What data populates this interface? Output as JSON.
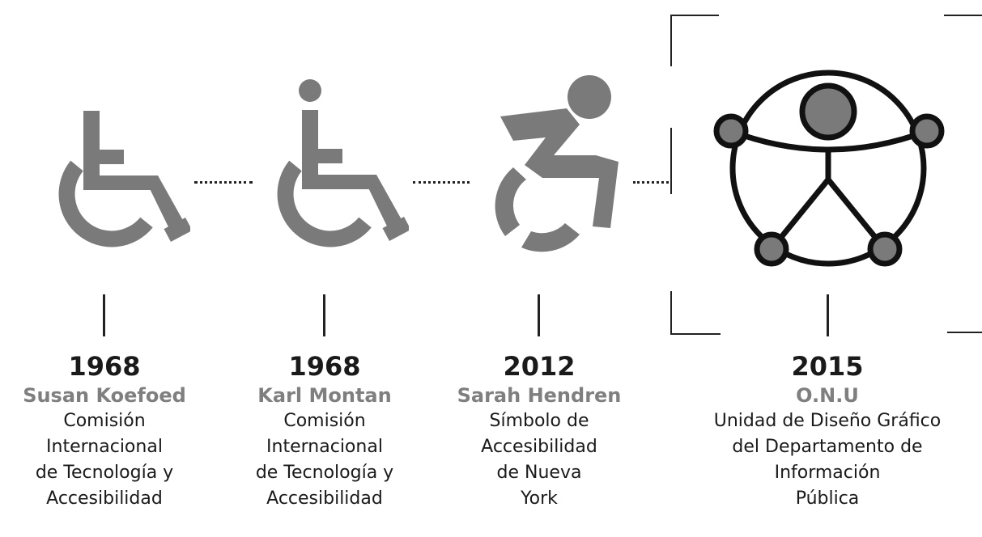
{
  "colors": {
    "icon_gray": "#7a7a7a",
    "line": "#222222",
    "name_gray": "#7f7f7f",
    "text": "#1a1a1a"
  },
  "timeline": [
    {
      "year": "1968",
      "author": "Susan Koefoed",
      "description": [
        "Comisión",
        "Internacional",
        "de Tecnología y",
        "Accesibilidad"
      ],
      "icon": "wheelchair-icon-no-head"
    },
    {
      "year": "1968",
      "author": "Karl Montan",
      "description": [
        "Comisión",
        "Internacional",
        "de Tecnología y",
        "Accesibilidad"
      ],
      "icon": "wheelchair-icon"
    },
    {
      "year": "2012",
      "author": "Sarah Hendren",
      "description": [
        "Símbolo de",
        "Accesibilidad",
        "de Nueva",
        "York"
      ],
      "icon": "dynamic-wheelchair-icon"
    },
    {
      "year": "2015",
      "author": "O.N.U",
      "description": [
        "Unidad de Diseño Gráfico",
        "del Departamento de",
        "Información",
        "Pública"
      ],
      "icon": "universal-accessibility-icon"
    }
  ]
}
